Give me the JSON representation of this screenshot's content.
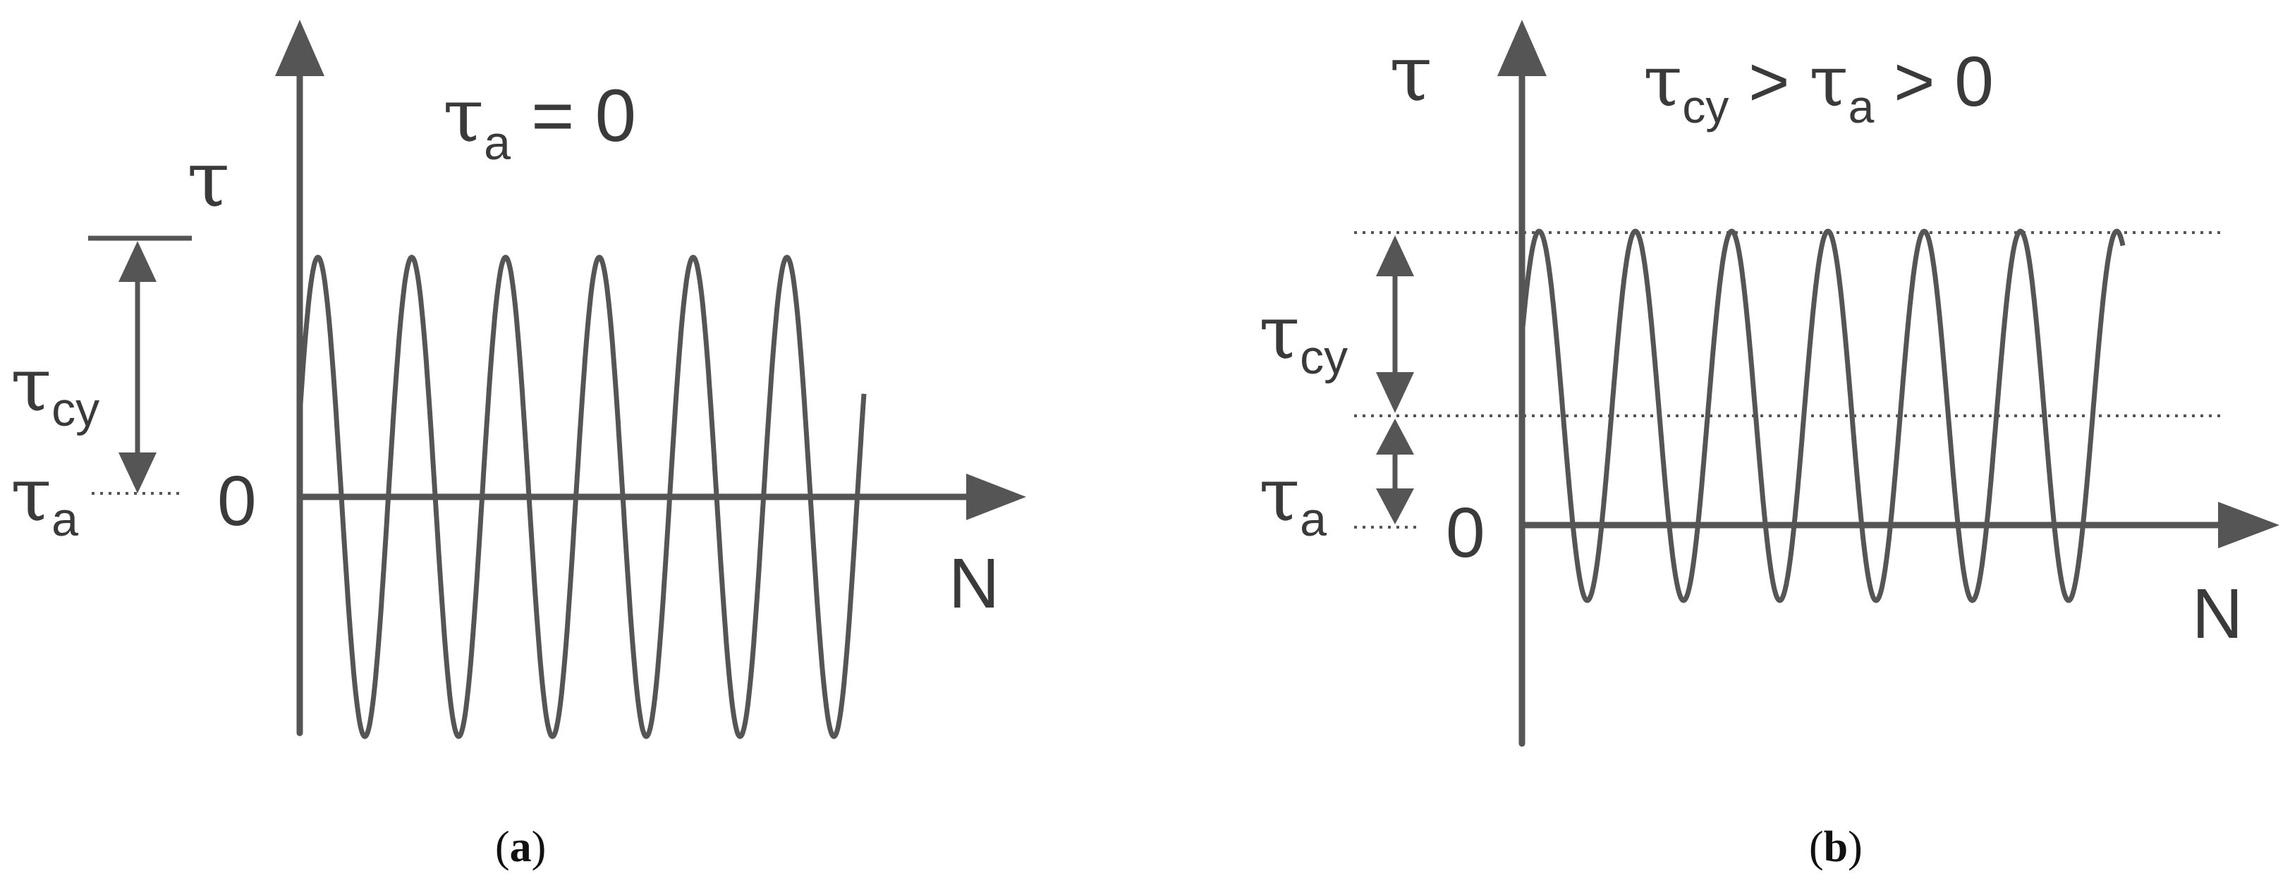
{
  "panel_a": {
    "condition": {
      "base": "τ",
      "sub": "a",
      "rest": " = 0"
    },
    "y_axis_label": "τ",
    "x_axis_label": "N",
    "zero_label": "0",
    "amplitude_label": {
      "base": "τ",
      "sub": "cy"
    },
    "mean_label": {
      "base": "τ",
      "sub": "a"
    },
    "caption": {
      "open": "(",
      "letter": "a",
      "close": ")"
    }
  },
  "panel_b": {
    "condition": {
      "base1": "τ",
      "sub1": "cy",
      "mid": " > ",
      "base2": "τ",
      "sub2": "a",
      "rest": " > 0"
    },
    "y_axis_label": "τ",
    "x_axis_label": "N",
    "zero_label": "0",
    "amplitude_label": {
      "base": "τ",
      "sub": "cy"
    },
    "mean_label": {
      "base": "τ",
      "sub": "a"
    },
    "caption": {
      "open": "(",
      "letter": "b",
      "close": ")"
    }
  },
  "colors": {
    "line": "#555555",
    "text": "#3a3a3a",
    "caption": "#111111"
  }
}
